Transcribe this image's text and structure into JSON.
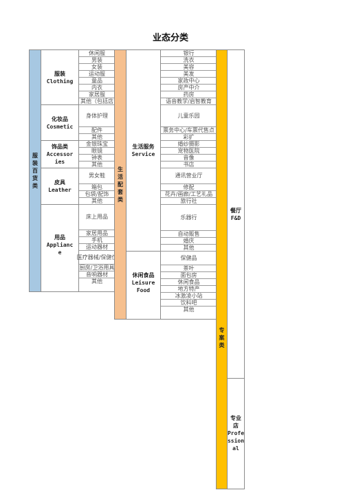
{
  "title": "业态分类",
  "colors": {
    "apparel_band": "#a7c8e2",
    "life_band": "#f6c08f",
    "specialty_band": "#ffc000"
  },
  "apparel": {
    "band": [
      "服",
      "装",
      "百",
      "货",
      "类"
    ],
    "groups": [
      {
        "zh": "服装",
        "en": "Clothing"
      },
      {
        "zh": "化妆品",
        "en": "Cosmetic"
      },
      {
        "zh": "饰品类",
        "en": "Accessor\nies"
      },
      {
        "zh": "皮具",
        "en": "Leather"
      },
      {
        "zh": "用品",
        "en": "Applianc\ne"
      }
    ],
    "items": [
      "休闲服",
      "男装",
      "女装",
      "运动服",
      "童品",
      "内衣",
      "家居服",
      "其他（包括店",
      "身体护理",
      "配件",
      "其他",
      "金银珠宝",
      "眼镜",
      "钟表",
      "其他",
      "男女鞋",
      "箱包",
      "包袋/配饰",
      "其他",
      "床上用品",
      "家居用品",
      "手机",
      "运动器材",
      "医疗器械/保健仪",
      "厨房/卫浴用具",
      "音响器材",
      "其他"
    ]
  },
  "life": {
    "band": [
      "生",
      "活",
      "配",
      "套",
      "类"
    ],
    "groups": [
      {
        "zh": "生活服务",
        "en": "Service"
      },
      {
        "zh": "休闲食品",
        "en": "Leisure\nFood"
      }
    ],
    "items": [
      "银行",
      "洗衣",
      "美容",
      "美发",
      "家政中心",
      "房产中介",
      "药房",
      "语音教学/启智教育",
      "儿童乐园",
      "票务中心/车票代售点",
      "彩扩",
      "婚纱摄影",
      "宠物医院",
      "音像",
      "书店",
      "通讯营业厅",
      "修配",
      "花卉/画廊/工艺礼品",
      "旅行社",
      "乐器行",
      "自动贩售",
      "婚庆",
      "其他",
      "保健品",
      "茶叶",
      "面包房",
      "休闲食品",
      "地方特产",
      "冰激凌小站",
      "饮料吧",
      "其他"
    ]
  },
  "specialty": {
    "band": [
      "专",
      "案",
      "类"
    ],
    "groups": [
      {
        "zh": "餐厅",
        "en": "F&D"
      },
      {
        "zh": "专业\n店",
        "en": "Profe\nssion\nal"
      }
    ]
  }
}
